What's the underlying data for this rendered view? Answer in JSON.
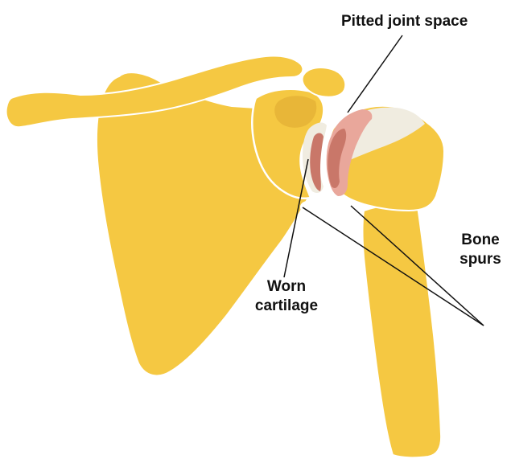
{
  "labels": {
    "pitted_joint_space": "Pitted joint space",
    "worn_cartilage": [
      "Worn",
      "cartilage"
    ],
    "bone_spurs": [
      "Bone",
      "spurs"
    ]
  },
  "colors": {
    "bone": "#f5c842",
    "bone_shadow": "#e8b638",
    "cartilage_worn": "#e9a79b",
    "cartilage_damaged": "#c97769",
    "humeral_head_surface": "#f0ece0",
    "outline": "#ffffff",
    "leader_line": "#111111",
    "text": "#111111"
  },
  "icons": {
    "scapula": "scapula-bone",
    "clavicle": "clavicle-bone",
    "humerus": "humerus-bone"
  }
}
